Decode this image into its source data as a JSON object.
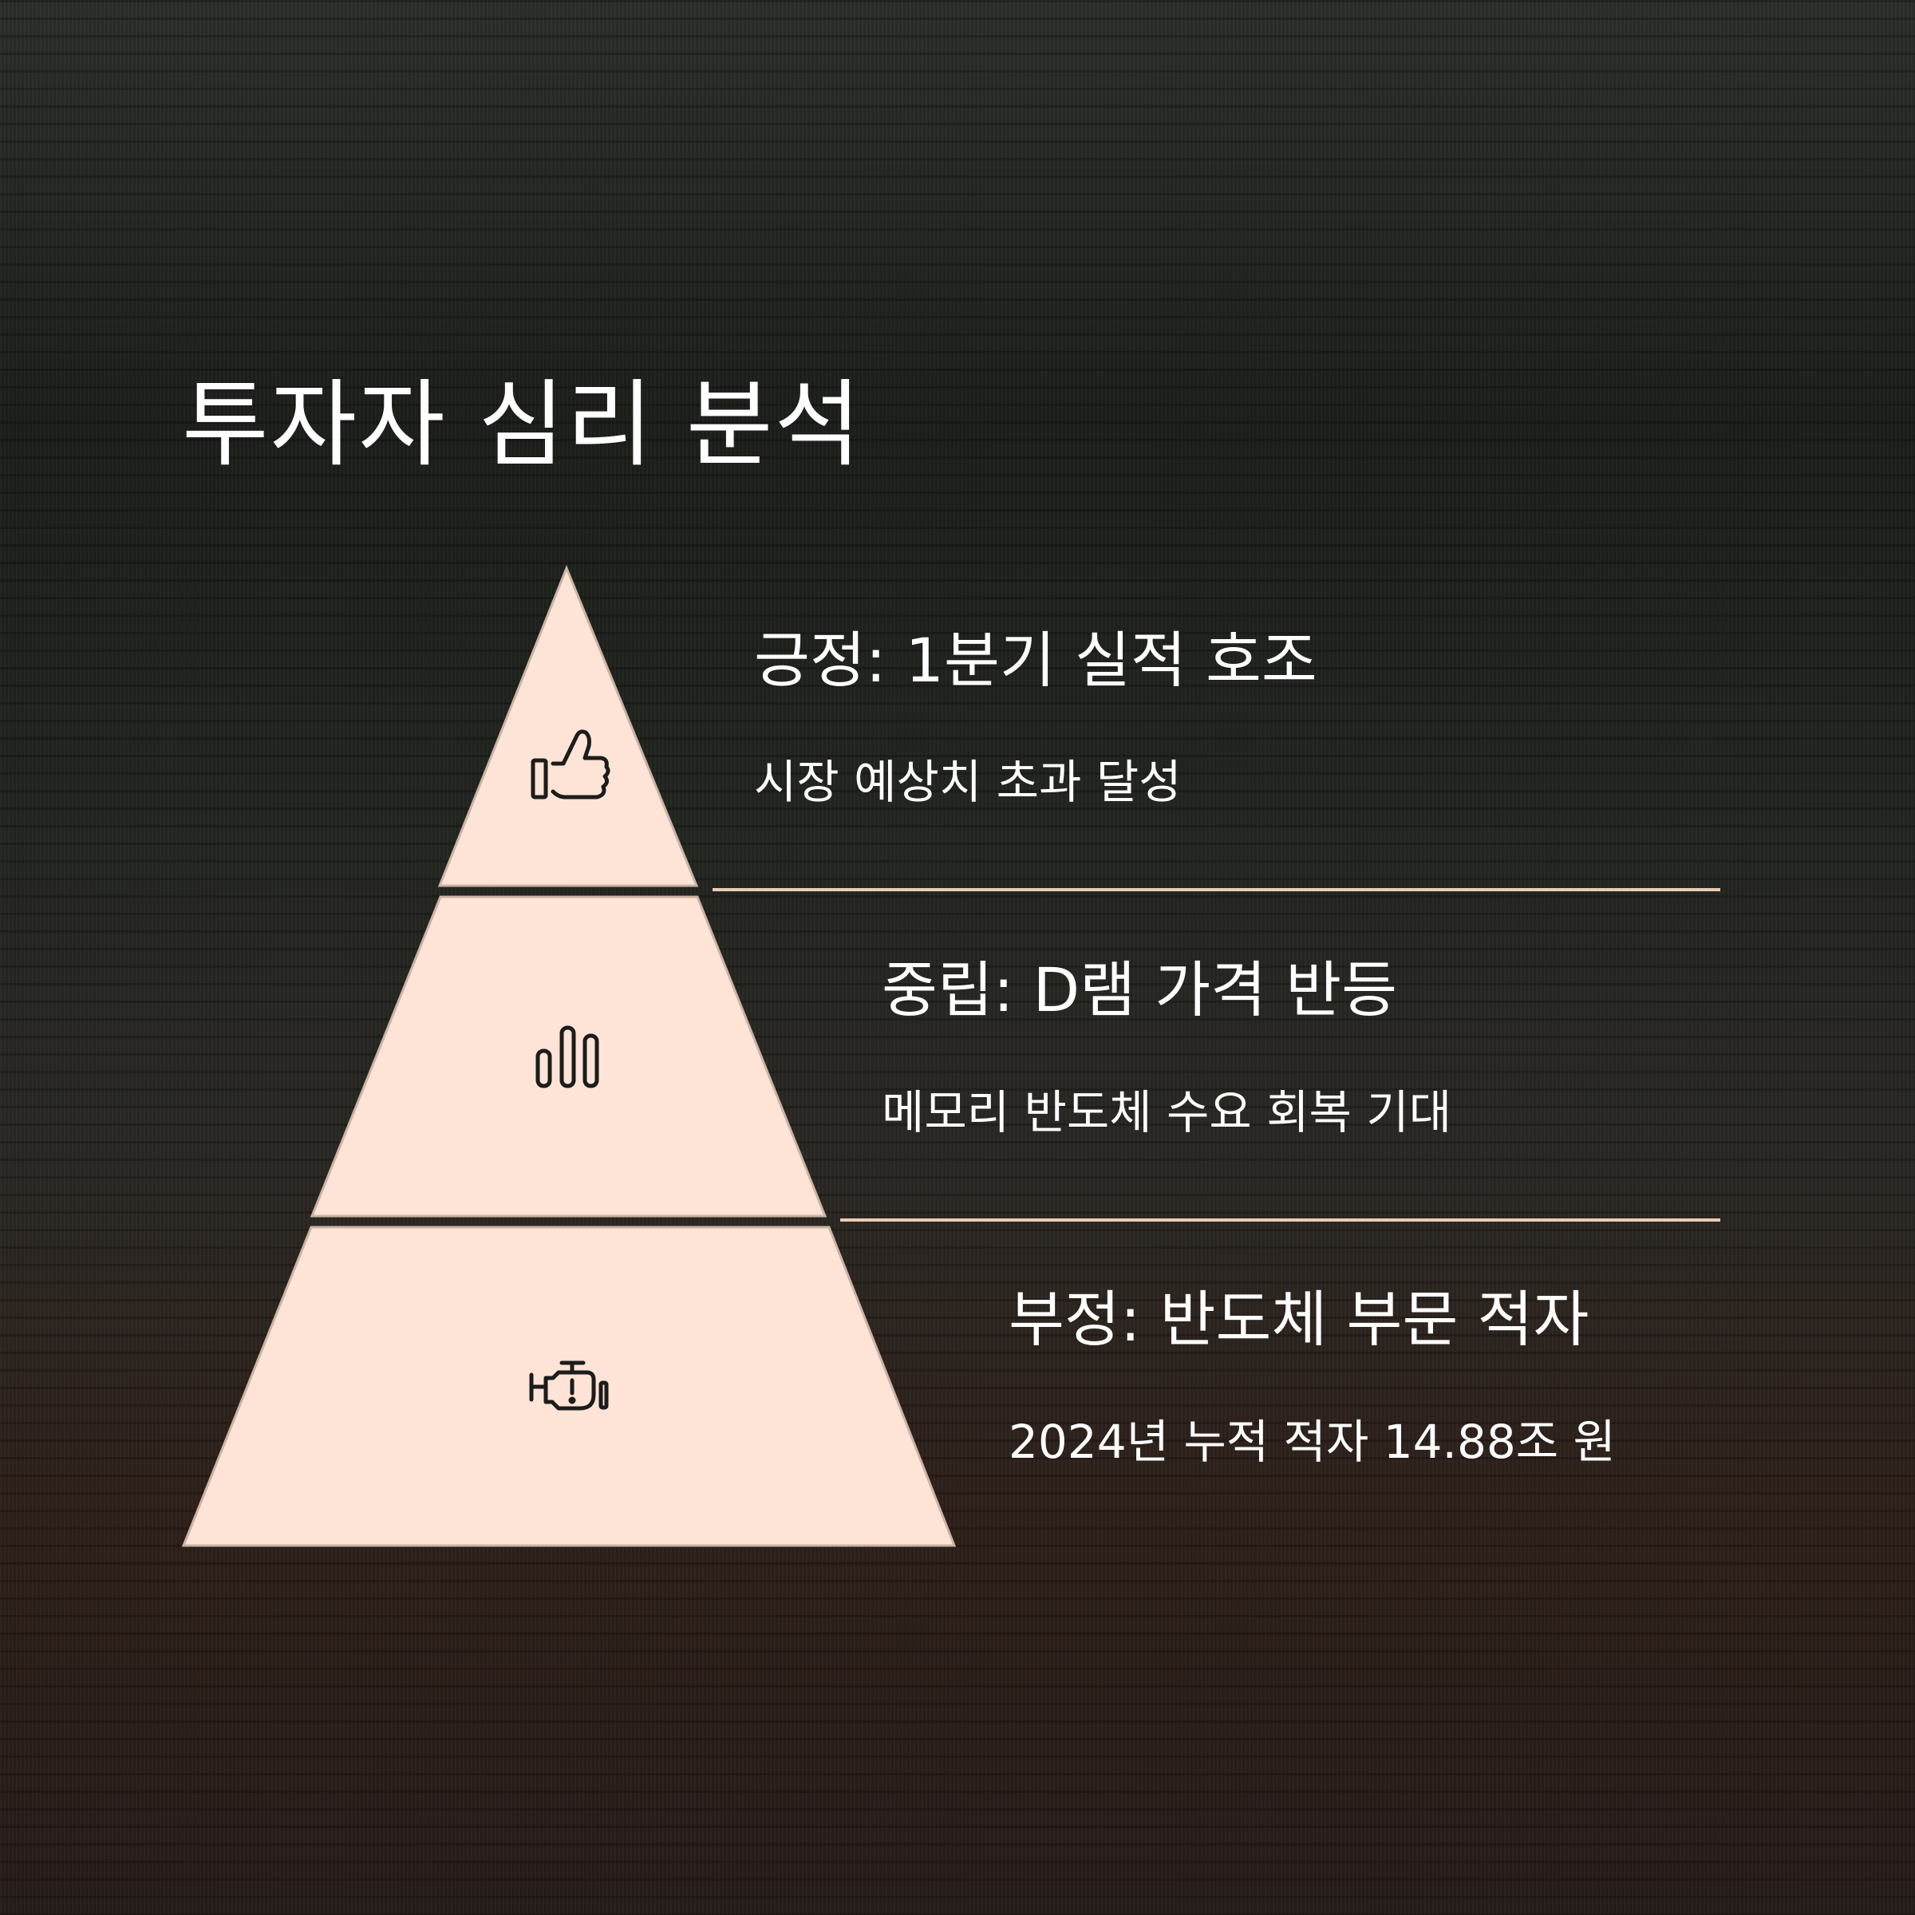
{
  "title": "투자자 심리 분석",
  "colors": {
    "tier_fill": "#fee4d6",
    "tier_stroke": "#cbb3a4",
    "divider": "#e9cdb8",
    "text": "#ffffff",
    "icon": "#1c1c1c"
  },
  "levels": [
    {
      "title": "긍정: 1분기 실적 호조",
      "description": "시장 예상치 초과 달성",
      "icon": "thumbs-up-icon"
    },
    {
      "title": "중립: D램 가격 반등",
      "description": "메모리 반도체 수요 회복 기대",
      "icon": "bar-chart-icon"
    },
    {
      "title": "부정: 반도체 부문 적자",
      "description": "2024년 누적 적자 14.88조 원",
      "icon": "engine-warning-icon"
    }
  ]
}
